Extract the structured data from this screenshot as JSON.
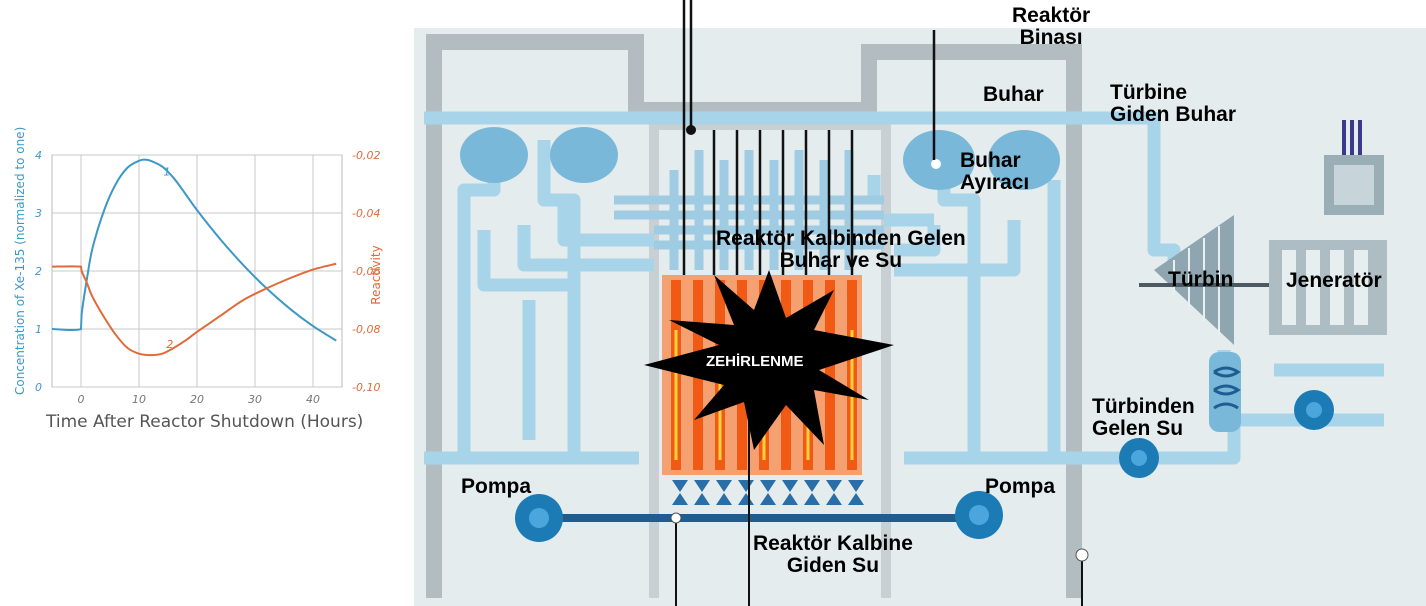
{
  "chart_data": {
    "type": "line",
    "xlabel": "Time After Reactor Shutdown (Hours)",
    "ylabel_left": "Concentration of Xe-135 (normalized to one)",
    "ylabel_right": "Reactivity",
    "xlim": [
      -5,
      45
    ],
    "x_ticks": [
      "0",
      "10",
      "20",
      "30",
      "40"
    ],
    "ylim_left": [
      0,
      4
    ],
    "y_ticks_left": [
      "0",
      "1",
      "2",
      "3",
      "4"
    ],
    "ylim_right": [
      -0.1,
      -0.02
    ],
    "y_ticks_right": [
      "-0,02",
      "-0,04",
      "-0,06",
      "-0,08",
      "-0,10"
    ],
    "grid": true,
    "series": [
      {
        "name": "1",
        "axis": "left",
        "color": "#3d98c8",
        "x": [
          -5,
          0,
          0.1,
          1,
          2,
          4,
          6,
          8,
          10,
          11,
          12,
          14,
          16,
          18,
          20,
          24,
          28,
          32,
          36,
          40,
          44
        ],
        "y": [
          1.0,
          1.0,
          1.25,
          1.85,
          2.4,
          3.05,
          3.5,
          3.78,
          3.9,
          3.92,
          3.9,
          3.8,
          3.6,
          3.33,
          3.05,
          2.55,
          2.1,
          1.7,
          1.35,
          1.05,
          0.8
        ]
      },
      {
        "name": "2",
        "axis": "right",
        "color": "#e06a3a",
        "x": [
          -5,
          0,
          0.1,
          1,
          2,
          4,
          6,
          8,
          10,
          12,
          14,
          16,
          18,
          20,
          24,
          28,
          32,
          36,
          40,
          44
        ],
        "y": [
          -0.0585,
          -0.0585,
          -0.06,
          -0.064,
          -0.069,
          -0.076,
          -0.082,
          -0.0865,
          -0.0885,
          -0.089,
          -0.0885,
          -0.0865,
          -0.084,
          -0.081,
          -0.0755,
          -0.07,
          -0.066,
          -0.0625,
          -0.0595,
          -0.0575
        ]
      }
    ]
  },
  "diagram": {
    "labels": {
      "reactor_building": "Reaktör\nBinası",
      "steam": "Buhar",
      "steam_to_turbine": "Türbine\nGiden Buhar",
      "steam_separator": "Buhar\nAyıracı",
      "steam_water_from_core": "Reaktör Kalbinden Gelen\nBuhar ve Su",
      "turbine": "Türbin",
      "generator": "Jeneratör",
      "poisoning": "ZEHİRLENME",
      "water_from_turbine": "Türbinden\nGelen Su",
      "pump_left": "Pompa",
      "pump_right": "Pompa",
      "water_to_core": "Reaktör Kalbine\nGiden Su"
    },
    "colors": {
      "pipe": "#a8d4ea",
      "pipe_dark": "#6fb0d2",
      "wall": "#b9c2c5",
      "core": "#f0782a",
      "pump": "#1c7ab5"
    }
  }
}
